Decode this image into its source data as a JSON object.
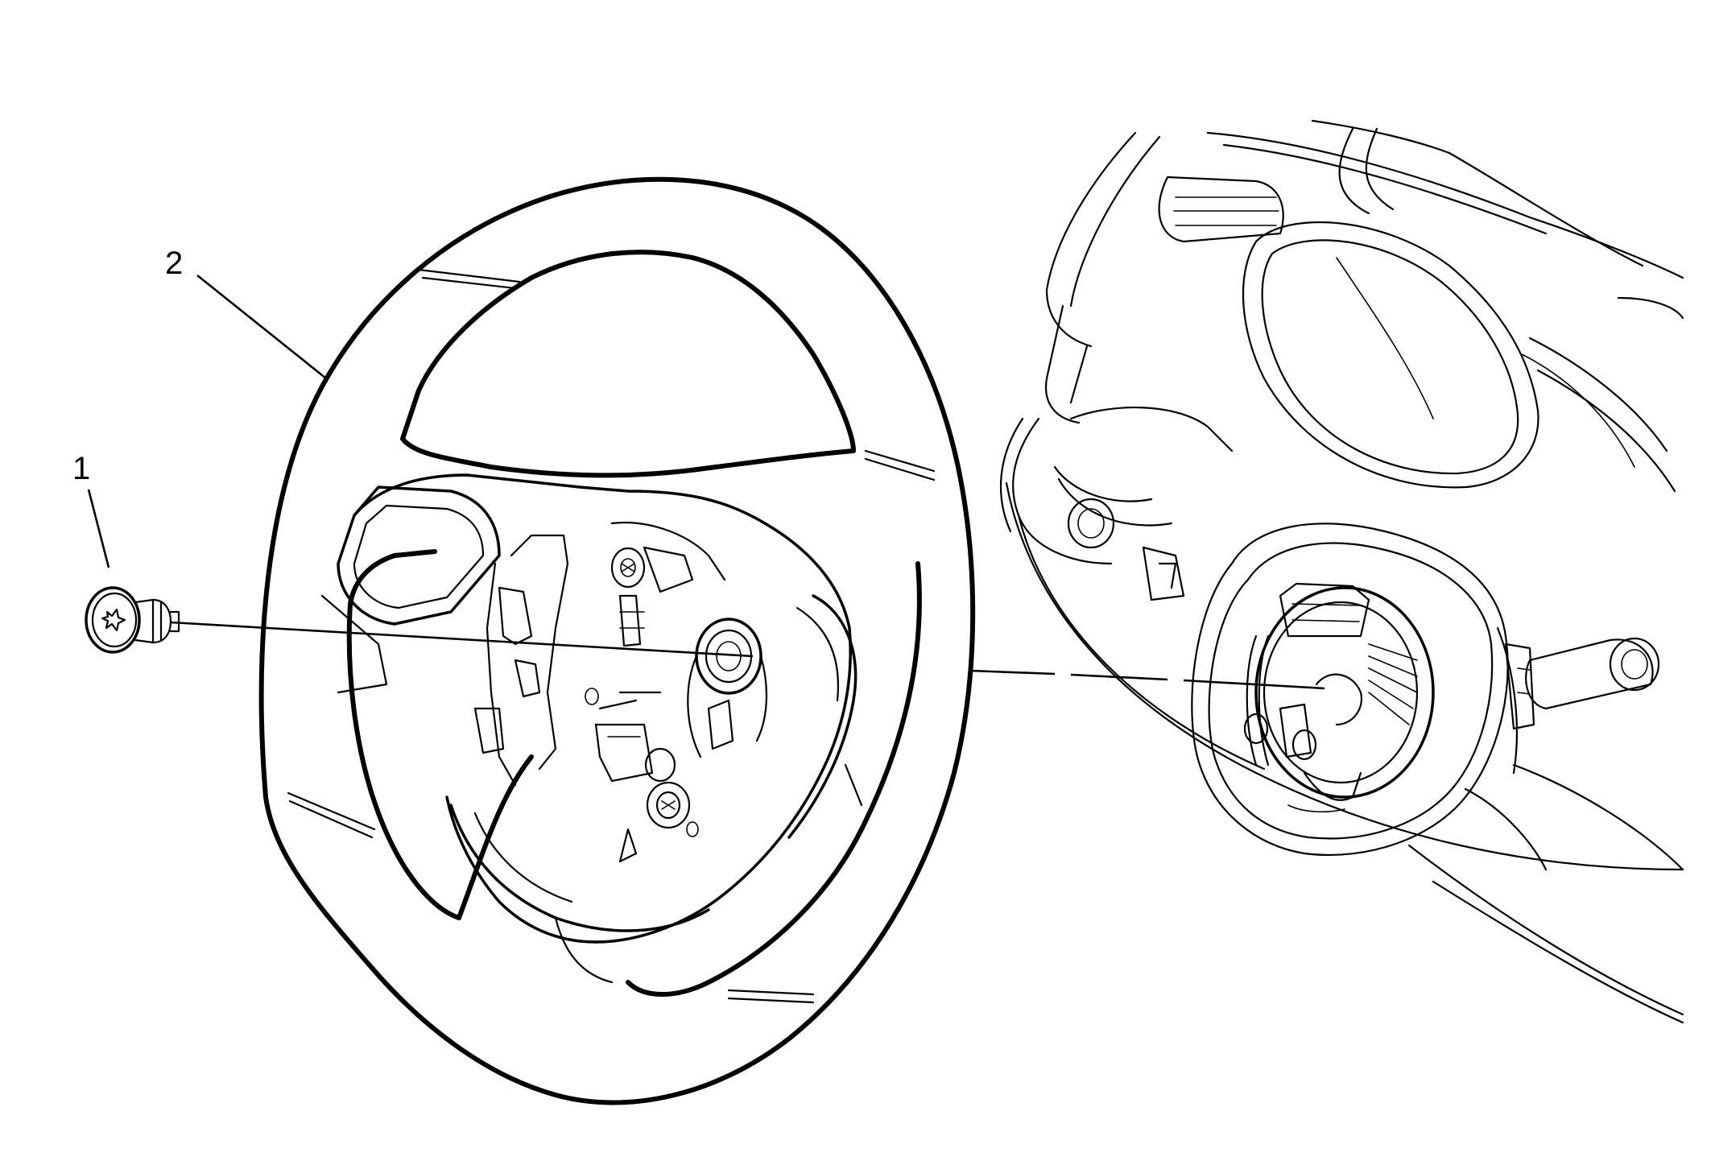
{
  "callouts": [
    {
      "id": "1",
      "label": "1",
      "part": "bolt"
    },
    {
      "id": "2",
      "label": "2",
      "part": "steering-wheel"
    }
  ],
  "colors": {
    "line": "#000000",
    "background": "#ffffff"
  }
}
